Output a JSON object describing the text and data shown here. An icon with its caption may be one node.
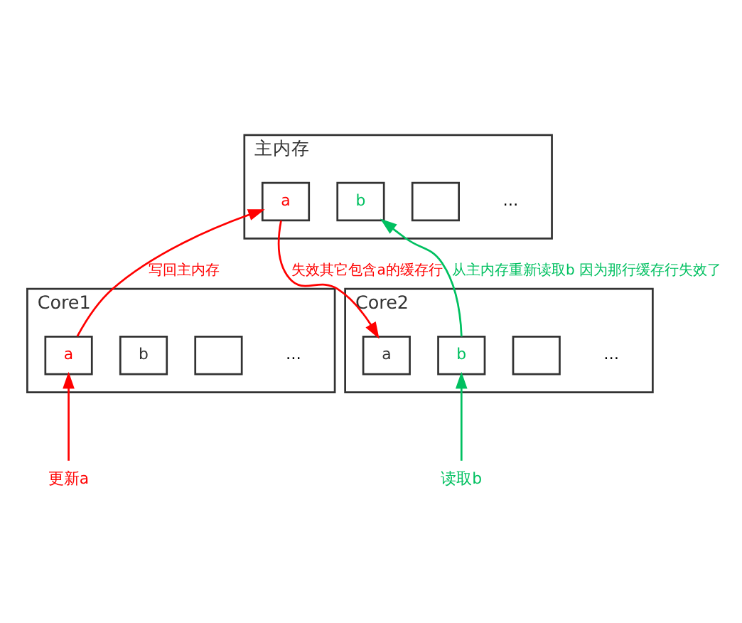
{
  "diagram": {
    "nodes": [
      {
        "text": [
          "主内存"
        ]
      },
      {
        "text": [
          "a"
        ],
        "in": 0
      },
      {
        "text": [
          "b"
        ],
        "in": 0
      },
      {
        "text": [],
        "shape": "box",
        "in": 0
      },
      {
        "text": [
          "Core1"
        ]
      },
      {
        "text": [
          "a"
        ],
        "in": 4
      },
      {
        "text": [
          "b"
        ],
        "in": 4
      },
      {
        "text": [],
        "shape": "box",
        "in": 4
      },
      {
        "text": [
          "Core2"
        ]
      },
      {
        "text": [
          "a"
        ],
        "in": 8
      },
      {
        "text": [
          "b"
        ],
        "in": 8
      },
      {
        "text": [],
        "shape": "box",
        "in": 8
      },
      {
        "text": [
          "更新a"
        ]
      },
      {
        "text": [
          "读取b"
        ]
      }
    ],
    "edges": [
      {
        "from": 12,
        "to": 5,
        "arrow": "to"
      },
      {
        "from": 5,
        "to": 1,
        "arrow": "to",
        "label": "写回主内存"
      },
      {
        "from": 1,
        "to": 9,
        "arrow": "to",
        "label": "失效其它包含a的缓存行"
      },
      {
        "from": 13,
        "to": 10,
        "arrow": "to",
        "color": "#00c060"
      },
      {
        "from": 10,
        "to": 2,
        "arrow": "to",
        "label": "从主内存重新读取b 因为那行缓存行失效了",
        "color": "#00c060"
      }
    ],
    "labels": [
      "…",
      "…",
      "…"
    ]
  }
}
